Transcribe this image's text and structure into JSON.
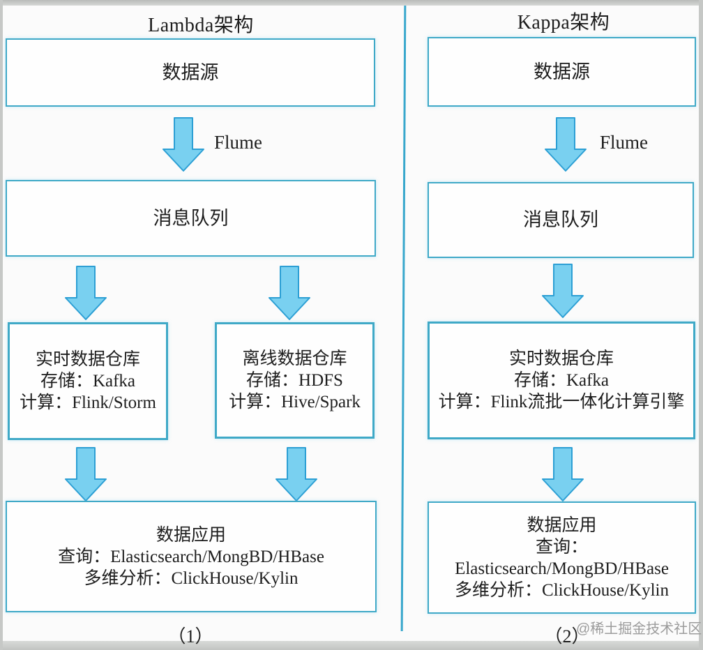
{
  "colors": {
    "box_border": "#3fa9c7",
    "arrow_fill": "#79d0f0",
    "arrow_stroke": "#2c9fd4",
    "divider": "#38a7cc",
    "text": "#1d1d1d",
    "watermark": "#9b9b9b",
    "frame": "#c6c8c6",
    "canvas_bg": "#fbfbfb"
  },
  "left_panel": {
    "title": "Lambda架构",
    "source_box": "数据源",
    "flume_label": "Flume",
    "queue_box": "消息队列",
    "realtime_box": {
      "line1": "实时数据仓库",
      "line2": "存储：Kafka",
      "line3": "计算：Flink/Storm"
    },
    "offline_box": {
      "line1": "离线数据仓库",
      "line2": "存储：HDFS",
      "line3": "计算：Hive/Spark"
    },
    "app_box": {
      "line1": "数据应用",
      "line2": "查询：Elasticsearch/MongBD/HBase",
      "line3": "多维分析：ClickHouse/Kylin"
    },
    "figure_label": "（1）"
  },
  "right_panel": {
    "title": "Kappa架构",
    "source_box": "数据源",
    "flume_label": "Flume",
    "queue_box": "消息队列",
    "realtime_box": {
      "line1": "实时数据仓库",
      "line2": "存储：Kafka",
      "line3": "计算：Flink流批一体化计算引擎"
    },
    "app_box": {
      "line1": "数据应用",
      "line2": "查询：Elasticsearch/MongBD/HBase",
      "line3": "多维分析：ClickHouse/Kylin"
    },
    "figure_label": "（2）"
  },
  "watermark": "@稀土掘金技术社区"
}
